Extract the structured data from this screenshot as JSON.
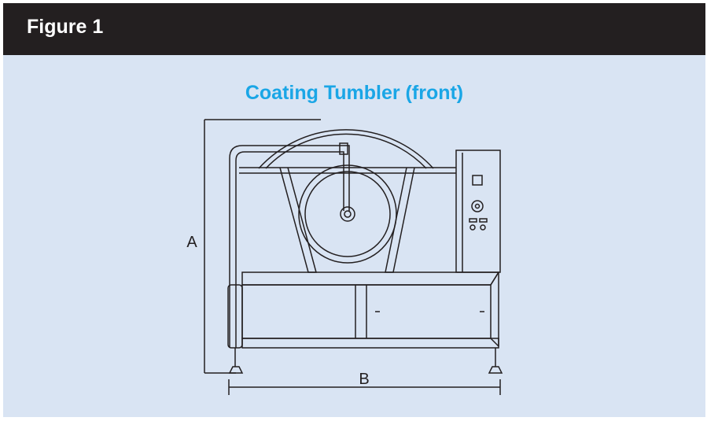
{
  "header": {
    "title": "Figure 1"
  },
  "diagram": {
    "title": "Coating Tumbler (front)",
    "dimension_a": "A",
    "dimension_b": "B"
  },
  "colors": {
    "header_bg": "#231f20",
    "panel_bg": "#d9e4f3",
    "title_accent": "#1aa6e6",
    "line": "#231f20"
  }
}
